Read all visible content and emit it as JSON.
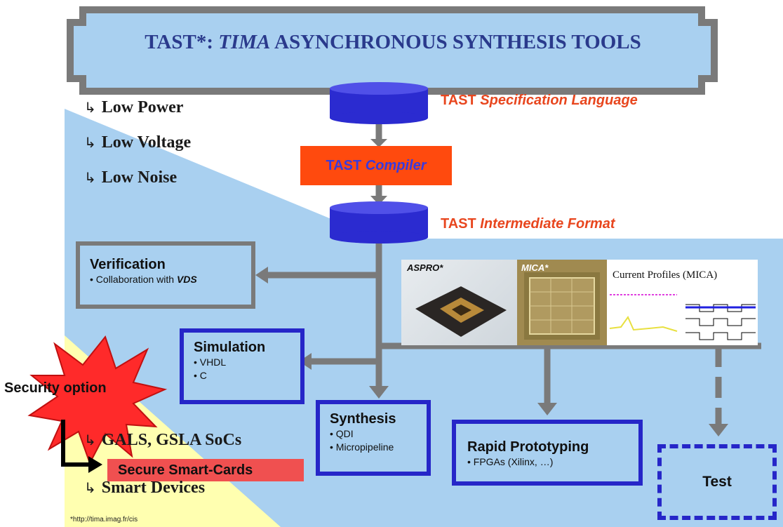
{
  "title": {
    "prefix": "TAST*: ",
    "italic": "TIMA",
    "suffix": " ASYNCHRONOUS SYNTHESIS TOOLS"
  },
  "benefits": [
    "Low Power",
    "Low Voltage",
    "Low Noise"
  ],
  "flow": {
    "spec_language": {
      "prefix": "TAST ",
      "italic": "Specification Language"
    },
    "compiler": {
      "prefix": "TAST ",
      "italic": "Compiler"
    },
    "intermediate_format": {
      "prefix": "TAST ",
      "italic": "Intermediate Format"
    }
  },
  "verification": {
    "title": "Verification",
    "line_prefix": "• Collaboration with ",
    "line_emph": "VDS"
  },
  "simulation": {
    "title": "Simulation",
    "lines": [
      "• VHDL",
      "• C"
    ]
  },
  "synthesis": {
    "title": "Synthesis",
    "lines": [
      "• QDI",
      "• Micropipeline"
    ]
  },
  "rapid_prototyping": {
    "title": "Rapid Prototyping",
    "line": "• FPGAs (Xilinx, …)"
  },
  "test": {
    "label": "Test"
  },
  "photos": {
    "aspro": "ASPRO*",
    "mica": "MICA*",
    "profiles": "Current Profiles (MICA)"
  },
  "security_option": "Security option",
  "applications": [
    "GALS, GSLA SoCs",
    "Secure Smart-Cards",
    "Smart Devices"
  ],
  "footnote": "*http://tima.imag.fr/cis",
  "colors": {
    "light_blue": "#a9d0f0",
    "navy": "#2a3a8c",
    "orange": "#e8461e",
    "blue_border": "#2626c8",
    "gray_border": "#7a7a7a",
    "yellow": "#ffffb0"
  }
}
